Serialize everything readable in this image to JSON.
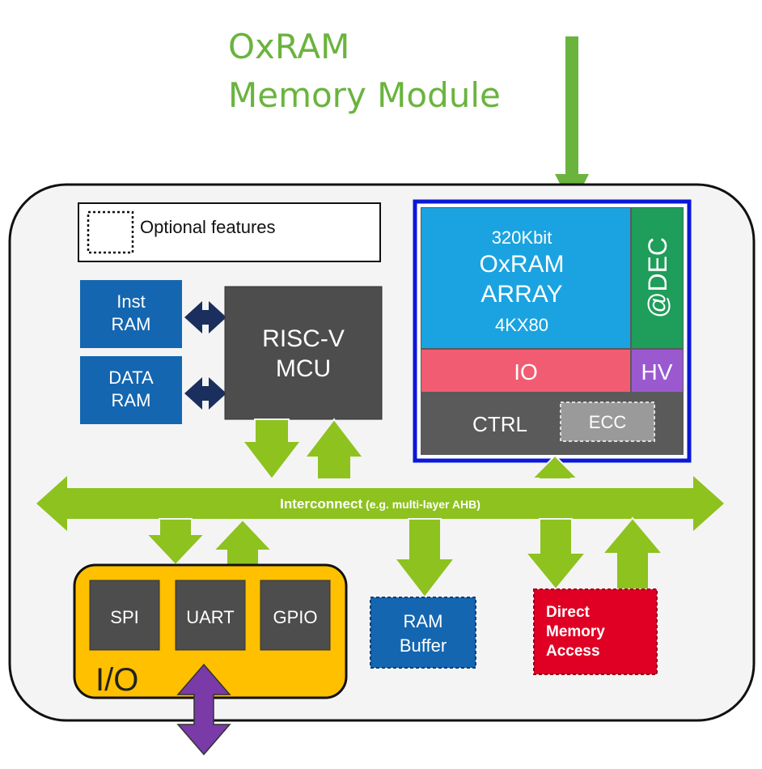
{
  "title": {
    "line1": "OxRAM",
    "line2": "Memory Module"
  },
  "legend": {
    "label": "Optional features"
  },
  "mcu": {
    "line1": "RISC-V",
    "line2": "MCU"
  },
  "inst_ram": {
    "line1": "Inst",
    "line2": "RAM"
  },
  "data_ram": {
    "line1": "DATA",
    "line2": "RAM"
  },
  "oxram": {
    "capacity": "320Kbit",
    "name1": "OxRAM",
    "name2": "ARRAY",
    "organization": "4KX80",
    "decoder": "@DEC",
    "io": "IO",
    "hv": "HV",
    "ctrl": "CTRL",
    "ecc": "ECC"
  },
  "interconnect": {
    "label": "Interconnect",
    "note": " (e.g. multi-layer AHB)"
  },
  "io_block": {
    "label": "I/O",
    "spi": "SPI",
    "uart": "UART",
    "gpio": "GPIO"
  },
  "ram_buffer": {
    "line1": "RAM",
    "line2": "Buffer"
  },
  "dma": {
    "line1": "Direct",
    "line2": "Memory",
    "line3": "Access"
  },
  "colors": {
    "green": "#6ab43e",
    "arrow_green": "#8dc21f",
    "blue": "#1466b0",
    "dark_gray": "#4d4d4d",
    "cyan": "#1aa3e0",
    "teal": "#1f9d5a",
    "red_bar": "#f25c72",
    "purple": "#9b59d0",
    "orange": "#ffc000",
    "dma_red": "#e00024",
    "border_blue": "#0a18d8"
  }
}
